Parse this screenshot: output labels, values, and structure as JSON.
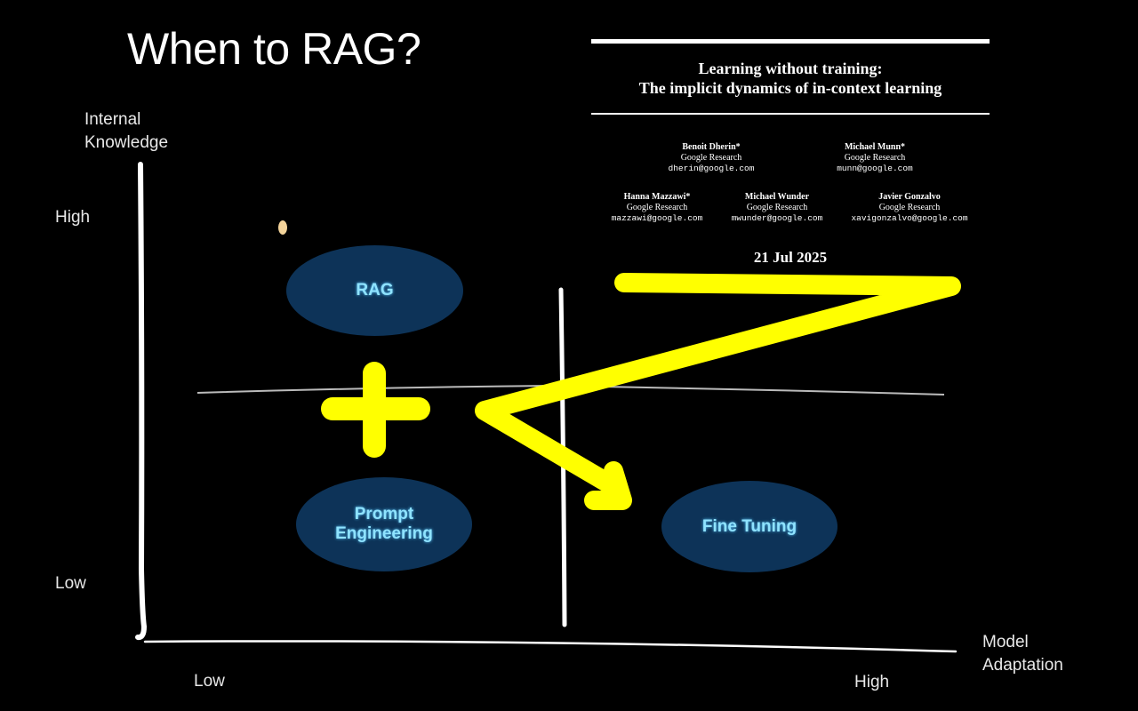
{
  "slide": {
    "title": "When to RAG?",
    "y_axis_label": [
      "Internal",
      "Knowledge"
    ],
    "y_high": "High",
    "y_low": "Low",
    "x_axis_label": [
      "Model",
      "Adaptation"
    ],
    "x_low": "Low",
    "x_high": "High"
  },
  "nodes": {
    "rag": "RAG",
    "prompt_engineering": [
      "Prompt",
      "Engineering"
    ],
    "fine_tuning": "Fine Tuning"
  },
  "paper": {
    "title_line1": "Learning without training:",
    "title_line2": "The implicit dynamics of in-context learning",
    "authors": [
      {
        "name": "Benoit Dherin*",
        "org": "Google Research",
        "email": "dherin@google.com"
      },
      {
        "name": "Michael Munn*",
        "org": "Google Research",
        "email": "munn@google.com"
      },
      {
        "name": "Hanna Mazzawi*",
        "org": "Google Research",
        "email": "mazzawi@google.com"
      },
      {
        "name": "Michael Wunder",
        "org": "Google Research",
        "email": "mwunder@google.com"
      },
      {
        "name": "Javier Gonzalvo",
        "org": "Google Research",
        "email": "xavigonzalvo@google.com"
      }
    ],
    "date": "21 Jul 2025"
  },
  "colors": {
    "background": "#000000",
    "ellipse_fill": "#0d3358",
    "ellipse_text": "#8fe3ff",
    "highlight": "#ffff00",
    "axis": "#ffffff"
  }
}
